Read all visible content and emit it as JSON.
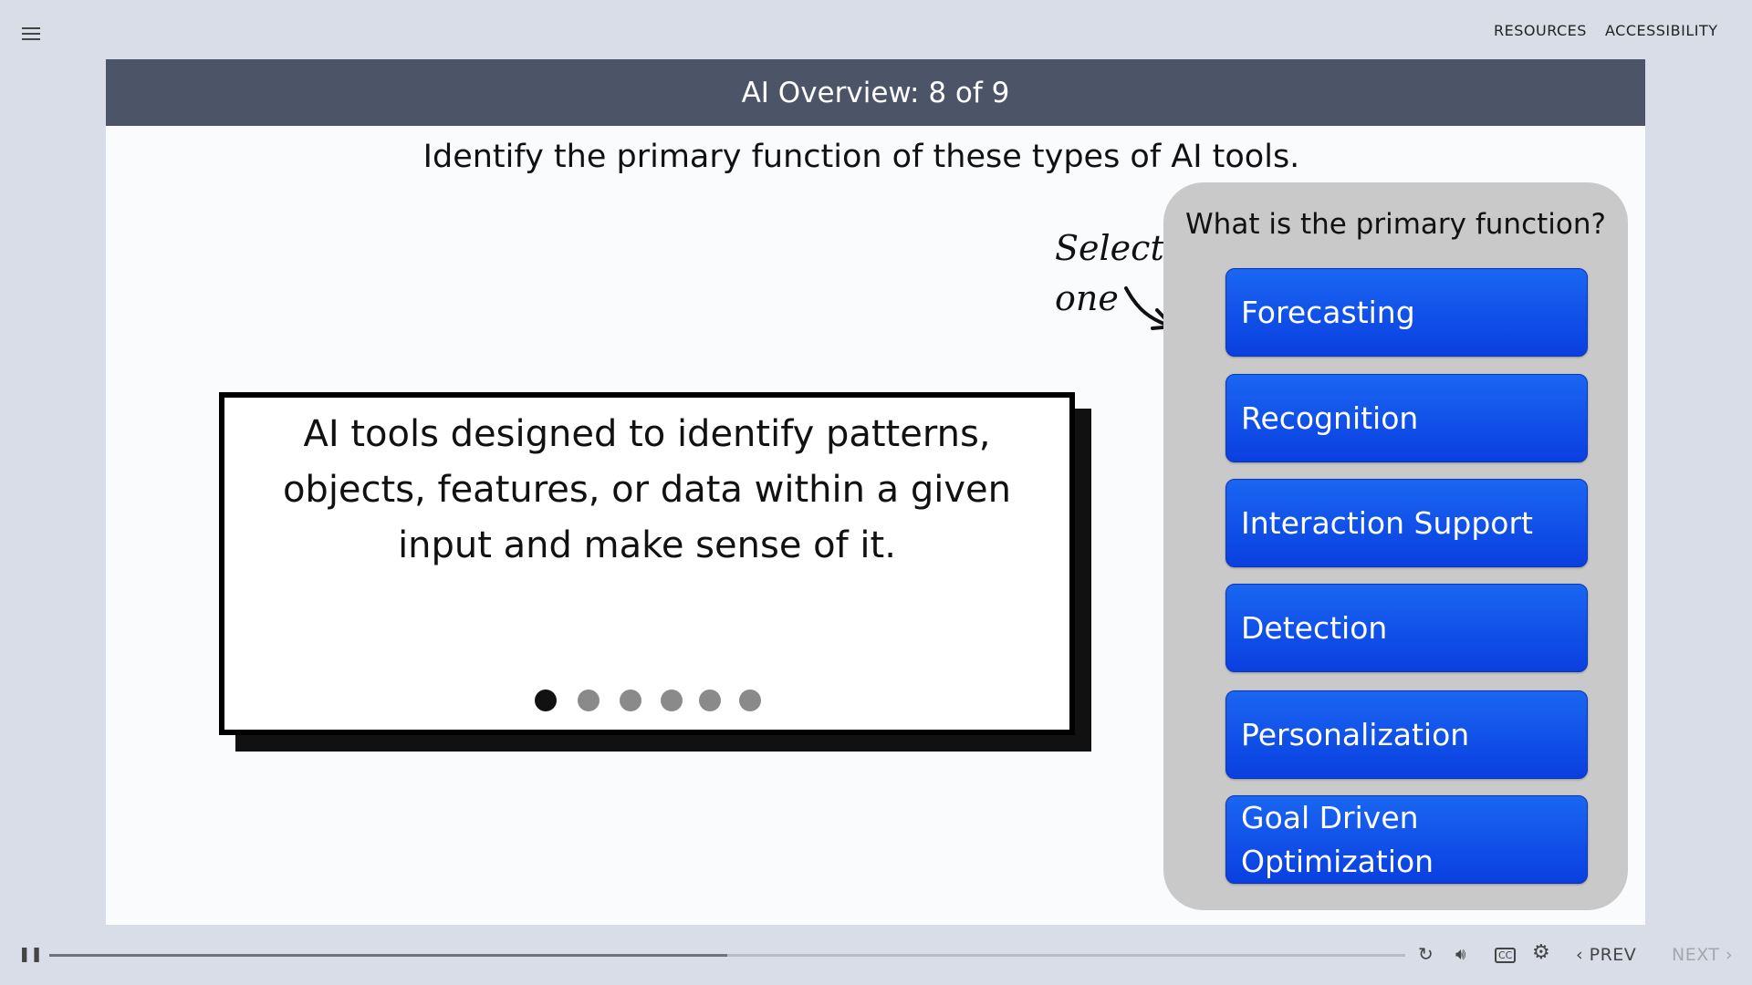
{
  "topbar": {
    "resources": "RESOURCES",
    "accessibility": "ACCESSIBILITY"
  },
  "header": {
    "title": "AI Overview: 8 of 9"
  },
  "question": "Identify the primary function of these types of AI tools.",
  "hint": {
    "line1": "Select",
    "line2": "one"
  },
  "card": {
    "text": "AI tools designed to identify patterns, objects, features, or data within a given input and make sense of it.",
    "dots_total": 6,
    "dots_active": 1
  },
  "panel": {
    "title": "What is the primary function?",
    "options": [
      "Forecasting",
      "Recognition",
      "Interaction Support",
      "Detection",
      "Personalization",
      "Goal Driven Optimization"
    ]
  },
  "player": {
    "progress": 0.5,
    "prev": "PREV",
    "next": "NEXT",
    "icons": [
      "pause-icon",
      "replay-icon",
      "volume-icon",
      "captions-icon",
      "gear-icon"
    ]
  },
  "colors": {
    "button": "#1560f0",
    "header": "#4b5567",
    "background": "#d9dde8"
  }
}
